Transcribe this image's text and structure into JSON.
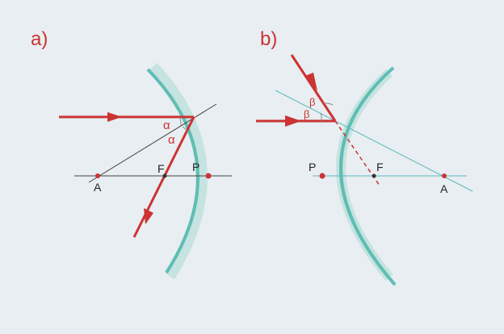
{
  "colors": {
    "background": "#e8eef1",
    "mirror": "#5fbdb5",
    "mirror_shade": "#c5e3e0",
    "ray": "#cc3333",
    "axis": "#444444",
    "axis_b": "#5bb8c0",
    "point_red": "#cc3333",
    "point_dark": "#333333",
    "arc_mark": "#888888",
    "angle_text": "#cc3333",
    "label_text": "#222222",
    "panel_label": "#cc3333"
  },
  "panel_a": {
    "label": "a)",
    "angle_top": "α",
    "angle_bottom": "α",
    "point_A": "A",
    "point_F": "F",
    "point_P": "P"
  },
  "panel_b": {
    "label": "b)",
    "angle_top": "β",
    "angle_bottom": "β",
    "point_P": "P",
    "point_F": "F",
    "point_A": "A"
  }
}
